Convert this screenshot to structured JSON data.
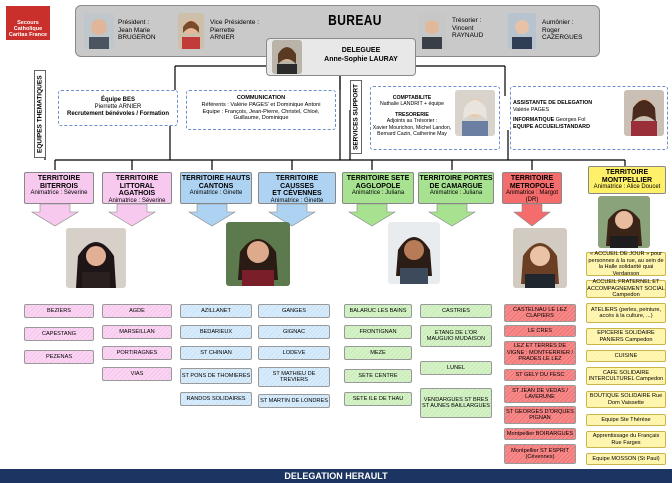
{
  "logo": {
    "line1": "Secours",
    "line2": "Catholique",
    "line3": "Caritas France"
  },
  "bureau": {
    "title": "BUREAU",
    "president": {
      "role": "Président :",
      "name1": "Jean Marie",
      "name2": "BRUGERON"
    },
    "vice_president": {
      "role": "Vice Présidente :",
      "name1": "Pierrette",
      "name2": "ARNIER"
    },
    "tresorier": {
      "role": "Trésorier :",
      "name1": "Vincent",
      "name2": "RAYNAUD"
    },
    "aumonier": {
      "role": "Aumônier :",
      "name1": "Roger",
      "name2": "CAZERGUES"
    }
  },
  "deleguee": {
    "title": "DELEGUEE",
    "name": "Anne-Sophie LAURAY"
  },
  "side_labels": {
    "thematic": "EQUIPES THEMATIQUES",
    "support": "SERVICES SUPPORT"
  },
  "equipe_bes": {
    "title": "Équipe BES",
    "line1": "Pierrette ARNIER",
    "line2": "Recrutement bénévoles / Formation"
  },
  "communication": {
    "title": "COMMUNICATION",
    "line1": "Référents : Valérie PAGES' et Dominique Antoni",
    "line2": "Equipe : François, Jean-Pierre, Christel, Chloé,",
    "line3": "Guillaume, Dominique"
  },
  "comptabilite": {
    "title": "COMPTABILITE",
    "line1": "Nathalie LANDRIT + équipe",
    "title2": "TRESORERIE",
    "line2": "Adjoints au Trésorier :",
    "line3": "Xavier Mourichon, Michel Landon,",
    "line4": "Bernard Cazin, Catherine May"
  },
  "assistante": {
    "title": "ASSISTANTE DE DELEGATION",
    "line1": "Valérie PAGES",
    "title2": "INFORMATIQUE",
    "line2": "Georges Fol",
    "line3": "EQUIPE ACCUEIL/STANDARD"
  },
  "territories": [
    {
      "name1": "TERRITOIRE",
      "name2": "BITERROIS",
      "anim": "Animatrice : Séverine"
    },
    {
      "name1": "TERRITOIRE",
      "name2": "LITTORAL AGATHOIS",
      "anim": "Animatrice : Séverine"
    },
    {
      "name1": "TERRITOIRE HAUTS",
      "name2": "CANTONS",
      "anim": "Animatrice : Ginette"
    },
    {
      "name1": "TERRITOIRE CAUSSES",
      "name2": "ET CÉVENNES",
      "anim": "Animatrice : Ginette"
    },
    {
      "name1": "TERRITOIRE SETE",
      "name2": "AGGLOPOLE",
      "anim": "Animatrice : Juliana"
    },
    {
      "name1": "TERRITOIRE PORTES",
      "name2": "DE CAMARGUE",
      "anim": "Animatrice : Juliana"
    },
    {
      "name1": "TERRITOIRE",
      "name2": "METROPOLE",
      "anim": "Animatrice : Margot",
      "anim2": "(DR)"
    },
    {
      "name1": "TERRITOIRE",
      "name2": "MONTPELLIER",
      "anim": "Animatrice : Alice Doucet"
    }
  ],
  "columns": {
    "biterrois": [
      "BEZIERS",
      "CAPESTANG",
      "PEZENAS"
    ],
    "agathois": [
      "AGDE",
      "MARSEILLAN",
      "PORTIRAGNES",
      "VIAS"
    ],
    "hauts_cantons": [
      "AZILLANET",
      "BEDARIEUX",
      "ST CHINIAN",
      "ST PONS DE THOMIERES",
      "RANDOS SOLIDAIRES"
    ],
    "causses": [
      "GANGES",
      "GIGNAC",
      "LODEVE",
      "ST MATHIEU DE TREVIERS",
      "ST MARTIN DE LONDRES"
    ],
    "sete": [
      "BALARUC LES BAINS",
      "FRONTIGNAN",
      "MEZE",
      "SETE CENTRE",
      "SETE ILE DE THAU"
    ],
    "camargue": [
      "CASTRIES",
      "ETANG DE L'OR MAUGUIO MUDAISON",
      "LUNEL",
      "VENDARGUES ST BRES ST AUNES BAILLARGUES"
    ],
    "metropole": [
      "CASTELNAU LE LEZ CLAPIERS",
      "LE CRES",
      "LEZ ET TERRES DE VIGNE : MONTFERRIER / PRADES LE LEZ",
      "ST GELY DU FESC",
      "ST JEAN DE VEDAS / LAVERUNE",
      "ST GEORGES D'ORQUES PIGNAN",
      "Montpellier BOIRARGUES",
      "Montpellier ST ESPRIT (Cévennes)"
    ],
    "montpellier": [
      "« ACCUEIL DE JOUR » pour personnes à la rue, au sein de la Halle solidarité quai Verdanson",
      "ACCUEIL FRATERNEL ET ACCOMPAGNEMENT SOCIAL Campedon",
      "ATELIERS (perles, peinture, accès à la culture, ...)",
      "EPICERIE SOLIDAIRE PANIERS Campedon",
      "CUISINE",
      "CAFE SOLIDAIRE INTERCULTUREL Campedon",
      "BOUTIQUE SOLIDAIRE Rue Dom Vaissette",
      "Equipe Ste Thérèse",
      "Apprentissage du Français Rue Farges",
      "Equipe MOSSON (St Paul)"
    ]
  },
  "footer": {
    "title": "DELEGATION HERAULT"
  },
  "colors": {
    "pink": "#f7c9ef",
    "blue": "#aed3f2",
    "green": "#a6e290",
    "red": "#f56c6c",
    "yellow": "#fff06a",
    "footer": "#1c3462"
  }
}
